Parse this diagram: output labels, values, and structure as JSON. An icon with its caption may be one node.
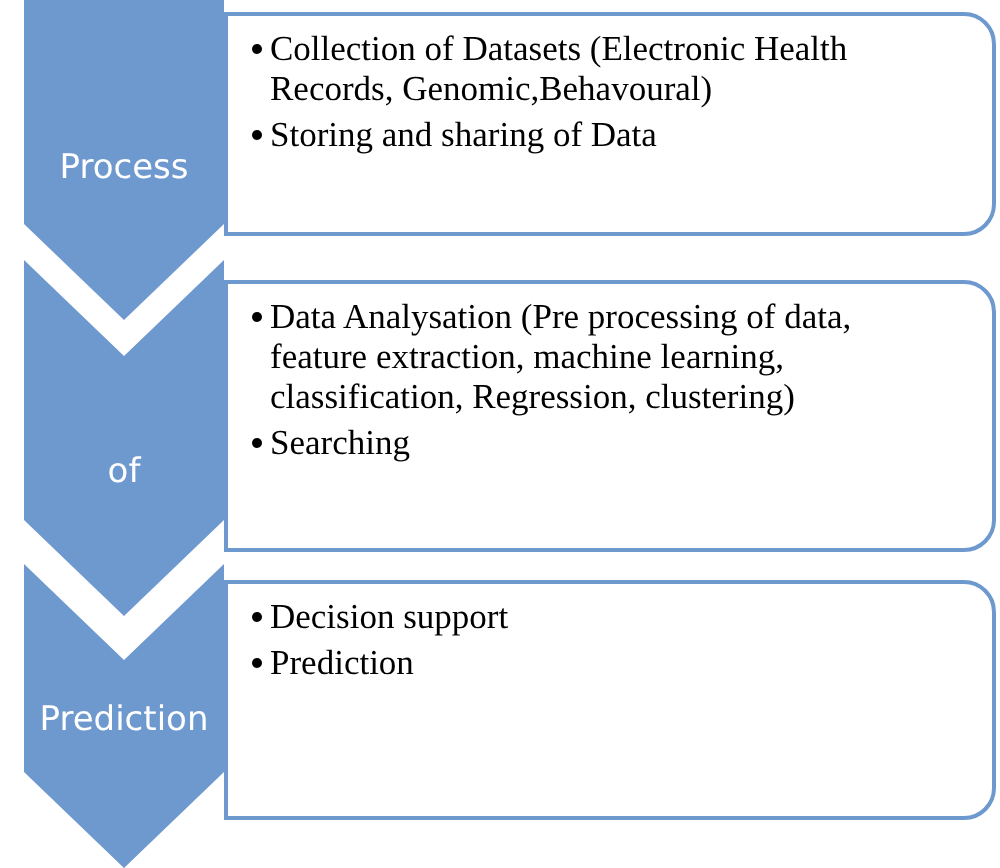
{
  "diagram": {
    "nodes": [
      {
        "text": [
          "Process"
        ]
      },
      {
        "text": [
          "Collection of Datasets (Electronic Health Records, Genomic,Behavoural)",
          "Storing and sharing of Data"
        ]
      },
      {
        "text": [
          "of"
        ]
      },
      {
        "text": [
          "Data Analysation (Pre processing of data, feature extraction, machine learning, classification, Regression, clustering)",
          "Searching"
        ]
      },
      {
        "text": [
          "Prediction"
        ]
      },
      {
        "text": [
          "Decision support",
          "Prediction"
        ]
      }
    ]
  }
}
